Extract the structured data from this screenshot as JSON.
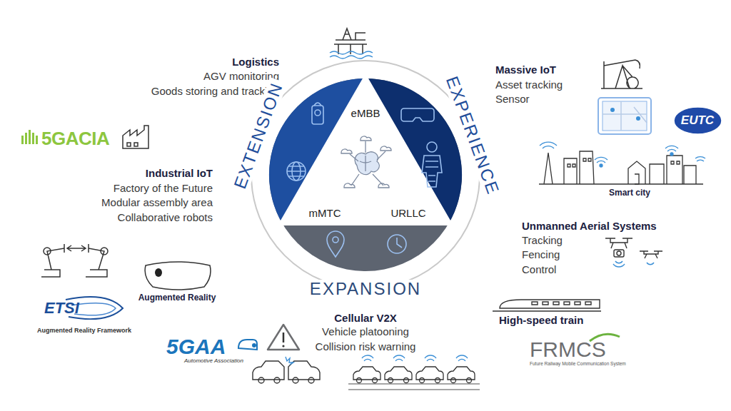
{
  "diagram": {
    "nodes": [
      {
        "text": [
          "EUTC"
        ]
      }
    ],
    "labels": [
      "Logistics",
      "AGV monitoring",
      "Goods storing and tracking",
      "EXTENSION",
      "EXPERIENCE",
      "Massive IoT",
      "Asset tracking",
      "Sensor",
      "eMBB",
      "5GACIA",
      "Industrial IoT",
      "Factory of the Future",
      "Modular assembly area",
      "Collaborative robots",
      "mMTC",
      "URLLC",
      "Smart city",
      "Unmanned Aerial Systems",
      "Tracking",
      "Fencing",
      "Control",
      "Augmented Reality",
      "ETSI",
      "Augmented Reality Framework",
      "EXPANSION",
      "High-speed train",
      "Cellular V2X",
      "Vehicle platooning",
      "Collision risk warning",
      "5GAA",
      "Automotive Association",
      "FRMCS",
      "Future Railway Mobile Communication System"
    ]
  }
}
